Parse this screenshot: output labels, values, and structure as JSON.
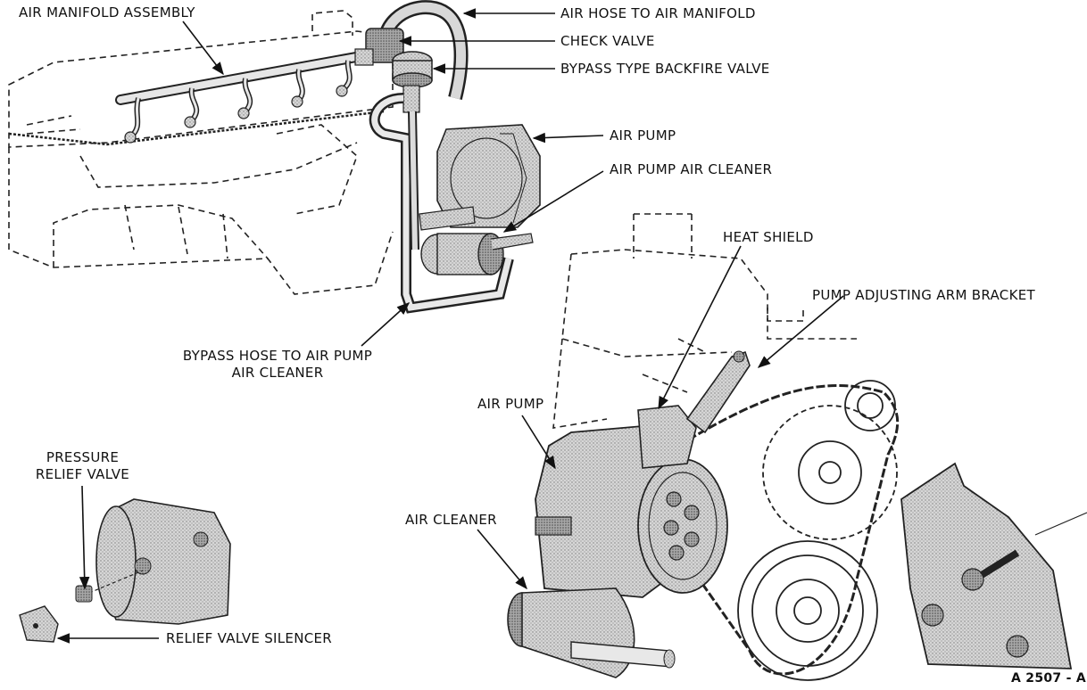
{
  "labels": {
    "air_manifold_assembly": "AIR MANIFOLD ASSEMBLY",
    "air_hose_to_air_manifold": "AIR HOSE TO AIR MANIFOLD",
    "check_valve": "CHECK VALVE",
    "bypass_backfire_valve": "BYPASS TYPE BACKFIRE VALVE",
    "air_pump_top": "AIR PUMP",
    "air_pump_air_cleaner": "AIR PUMP AIR CLEANER",
    "heat_shield": "HEAT SHIELD",
    "pump_adjusting_arm_bracket": "PUMP ADJUSTING ARM BRACKET",
    "bypass_hose_line1": "BYPASS HOSE TO AIR PUMP",
    "bypass_hose_line2": "AIR CLEANER",
    "air_pump_lower": "AIR PUMP",
    "air_cleaner": "AIR CLEANER",
    "pressure_relief_line1": "PRESSURE",
    "pressure_relief_line2": "RELIEF VALVE",
    "relief_valve_silencer": "RELIEF VALVE SILENCER",
    "figure_id": "A 2507 - A"
  }
}
